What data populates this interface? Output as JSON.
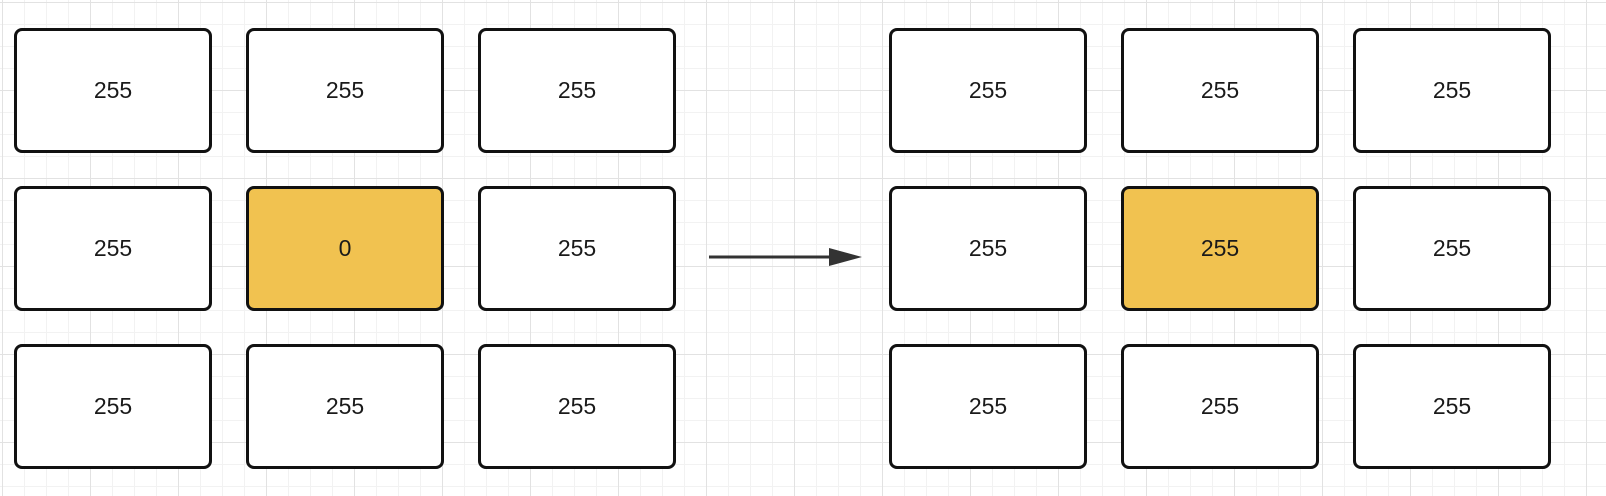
{
  "colors": {
    "highlight": "#f1c250",
    "border": "#111111",
    "text": "#1a1a1a",
    "arrow": "#333333"
  },
  "before": {
    "cells": [
      {
        "value": "255",
        "highlighted": false
      },
      {
        "value": "255",
        "highlighted": false
      },
      {
        "value": "255",
        "highlighted": false
      },
      {
        "value": "255",
        "highlighted": false
      },
      {
        "value": "0",
        "highlighted": true
      },
      {
        "value": "255",
        "highlighted": false
      },
      {
        "value": "255",
        "highlighted": false
      },
      {
        "value": "255",
        "highlighted": false
      },
      {
        "value": "255",
        "highlighted": false
      }
    ]
  },
  "after": {
    "cells": [
      {
        "value": "255",
        "highlighted": false
      },
      {
        "value": "255",
        "highlighted": false
      },
      {
        "value": "255",
        "highlighted": false
      },
      {
        "value": "255",
        "highlighted": false
      },
      {
        "value": "255",
        "highlighted": true
      },
      {
        "value": "255",
        "highlighted": false
      },
      {
        "value": "255",
        "highlighted": false
      },
      {
        "value": "255",
        "highlighted": false
      },
      {
        "value": "255",
        "highlighted": false
      }
    ]
  }
}
